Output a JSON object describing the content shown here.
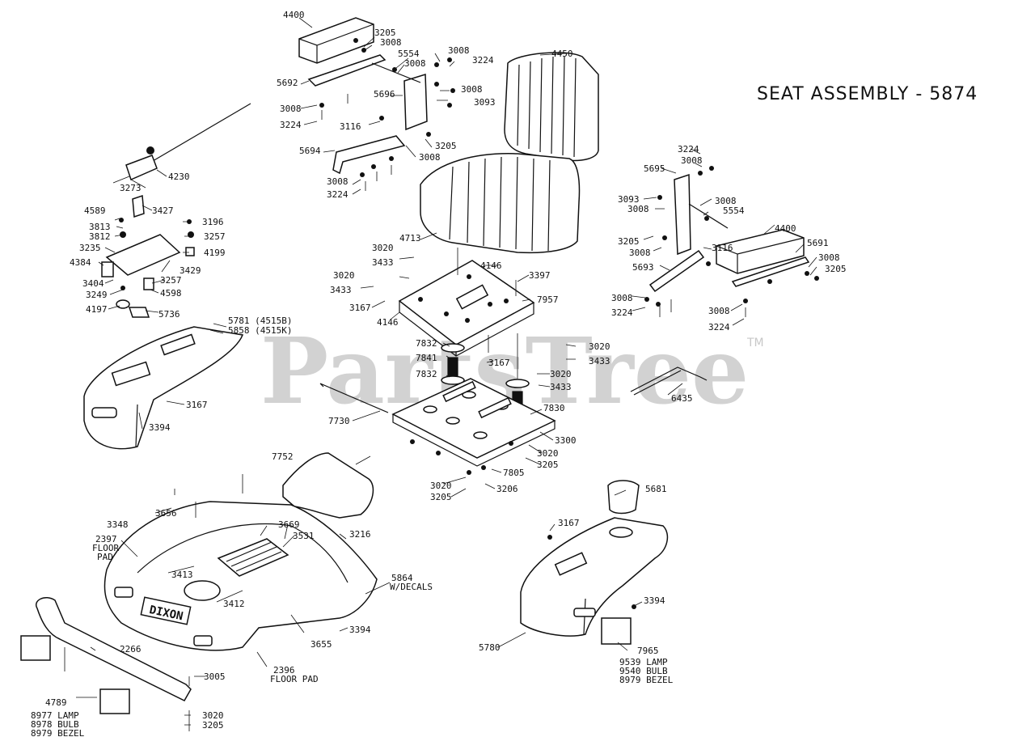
{
  "title": "SEAT ASSEMBLY  -  5874",
  "watermark": "PartsTree",
  "trademark": "TM",
  "logo_text": "DIXON",
  "labels": {
    "p4400a": "4400",
    "p3205a": "3205",
    "p3008a": "3008",
    "p5554a": "5554",
    "p3008b": "3008",
    "p3008c": "3008",
    "p3224a": "3224",
    "p4450": "4450",
    "p5692": "5692",
    "p5696": "5696",
    "p3008d": "3008",
    "p3093a": "3093",
    "p3008e": "3008",
    "p3224b": "3224",
    "p3116a": "3116",
    "p3205b": "3205",
    "p5694": "5694",
    "p3008f": "3008",
    "p3008g": "3008",
    "p3224c": "3224",
    "p4230": "4230",
    "p3273": "3273",
    "p4589": "4589",
    "p3427": "3427",
    "p3813": "3813",
    "p3196": "3196",
    "p3812": "3812",
    "p3257a": "3257",
    "p3235": "3235",
    "p4199": "4199",
    "p4384": "4384",
    "p3429": "3429",
    "p3404": "3404",
    "p3257b": "3257",
    "p3249": "3249",
    "p4598": "4598",
    "p4197": "4197",
    "p5736": "5736",
    "p4713": "4713",
    "p3020a": "3020",
    "p3433a": "3433",
    "p4146a": "4146",
    "p3397": "3397",
    "p3020b": "3020",
    "p3433b": "3433",
    "p7957": "7957",
    "p3167a": "3167",
    "p4146b": "4146",
    "p3224d": "3224",
    "p3008h": "3008",
    "p5695": "5695",
    "p3093b": "3093",
    "p3008i": "3008",
    "p3008j": "3008",
    "p5554b": "5554",
    "p4400b": "4400",
    "p3205c": "3205",
    "p3008k": "3008",
    "p3116b": "3116",
    "p5691": "5691",
    "p5693": "5693",
    "p3008l": "3008",
    "p3205d": "3205",
    "p3008m": "3008",
    "p3224e": "3224",
    "p3008n": "3008",
    "p3224f": "3224",
    "p5781": "5781 (4515B)",
    "p5858": "5858 (4515K)",
    "p3167b": "3167",
    "p3394a": "3394",
    "p7832a": "7832",
    "p3020c": "3020",
    "p7841": "7841",
    "p3433c": "3433",
    "p3167c": "3167",
    "p7832b": "7832",
    "p3020d": "3020",
    "p3433d": "3433",
    "p6435": "6435",
    "p7730": "7730",
    "p7830": "7830",
    "p3300": "3300",
    "p3020e": "3020",
    "p3205e": "3205",
    "p7805": "7805",
    "p3020f": "3020",
    "p3205f": "3205",
    "p3206": "3206",
    "p7752": "7752",
    "p3348": "3348",
    "p3656": "3656",
    "p3669": "3669",
    "p3531": "3531",
    "p3216": "3216",
    "p2397": "2397",
    "p2397b": "FLOOR",
    "p2397c": "PAD",
    "p3413": "3413",
    "p5864": "5864",
    "p5864b": "W/DECALS",
    "p3412": "3412",
    "p3655": "3655",
    "p3394b": "3394",
    "p2266": "2266",
    "p2396": "2396",
    "p2396b": "FLOOR PAD",
    "p3005": "3005",
    "p4789": "4789",
    "p8977": "8977 LAMP",
    "p8978": "8978 BULB",
    "p8979a": "8979 BEZEL",
    "p3020g": "3020",
    "p3205g": "3205",
    "p5681": "5681",
    "p3167d": "3167",
    "p3394c": "3394",
    "p5780": "5780",
    "p7965": "7965",
    "p9539": "9539 LAMP",
    "p9540": "9540 BULB",
    "p8979b": "8979 BEZEL"
  }
}
